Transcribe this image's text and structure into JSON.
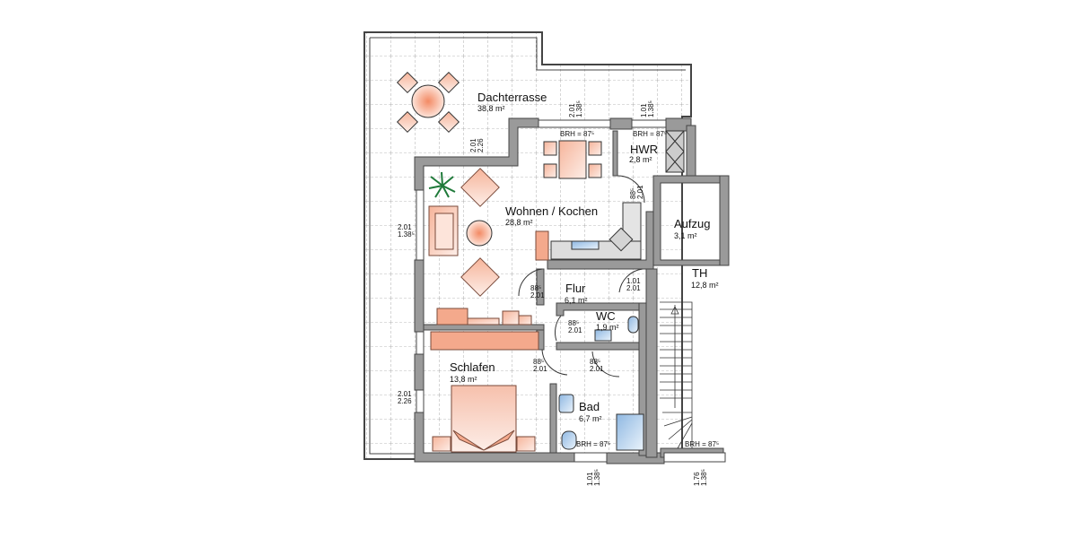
{
  "plan": {
    "rooms": [
      {
        "name": "Dachterrasse",
        "area": "38,8 m²"
      },
      {
        "name": "Wohnen / Kochen",
        "area": "28,8 m²"
      },
      {
        "name": "HWR",
        "area": "2,8 m²"
      },
      {
        "name": "Aufzug",
        "area": "3,1 m²"
      },
      {
        "name": "TH",
        "area": "12,8 m²"
      },
      {
        "name": "Flur",
        "area": "6,1 m²"
      },
      {
        "name": "WC",
        "area": "1,9 m²"
      },
      {
        "name": "Schlafen",
        "area": "13,8 m²"
      },
      {
        "name": "Bad",
        "area": "6,7 m²"
      }
    ],
    "window_labels": {
      "brh_875": "BRH = 87⁵",
      "brh_87": "BRH = 87⁵"
    },
    "dimensions": {
      "terrace_door_top": [
        "2.01",
        "2.26"
      ],
      "dining_window": [
        "2.01",
        "1.38⁵"
      ],
      "hwr_window": [
        "1.01",
        "1.38⁵"
      ],
      "living_window_left": [
        "2.01",
        "1.38⁵"
      ],
      "bedroom_window_left": [
        "2.01",
        "2.26"
      ],
      "bad_window_bottom": [
        "1.01",
        "1.38⁵"
      ],
      "stair_window_bottom": [
        "1.76",
        "1.38⁵"
      ],
      "hwr_door": [
        "88⁵",
        "2.01"
      ],
      "living_door": [
        "88⁵",
        "2.01"
      ],
      "th_door": [
        "1.01",
        "2.01"
      ],
      "wc_door": [
        "88⁵",
        "2.01"
      ],
      "bedroom_door": [
        "88⁵",
        "2.01"
      ],
      "bad_door": [
        "88⁵",
        "2.01"
      ]
    },
    "colors": {
      "wall": "#9a9a9a",
      "wall_dark": "#555555",
      "furniture": "#f4a98c",
      "furniture_light": "#fde4da",
      "furniture_stroke": "#7a4a3a",
      "plant": "#1f7a3a",
      "fixture_blue": "#a9c8e8",
      "grid": "#666666"
    }
  }
}
